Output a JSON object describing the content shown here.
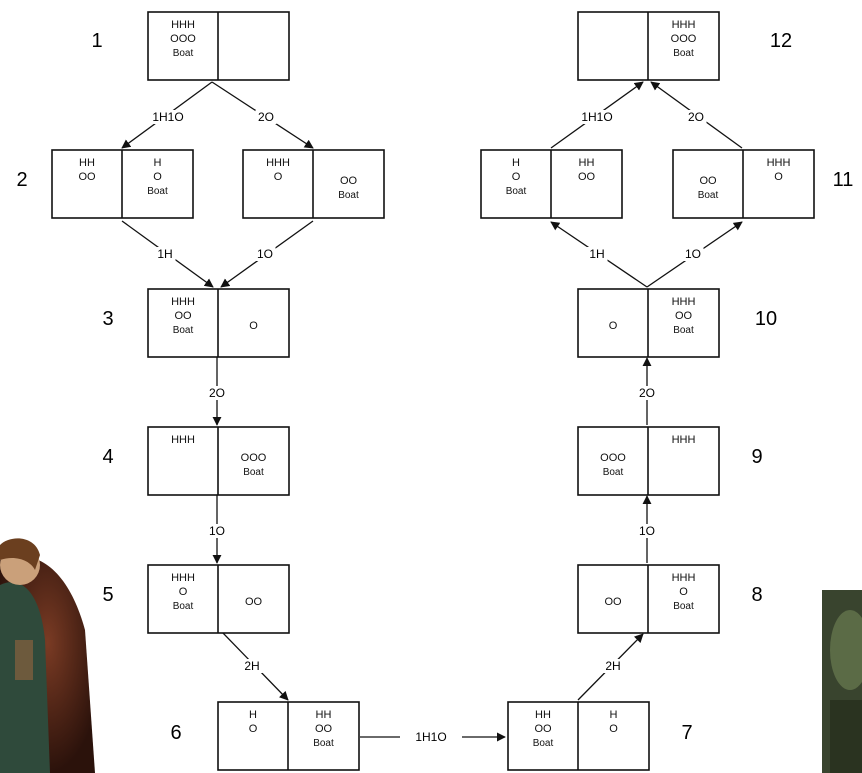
{
  "states": [
    {
      "id": "1",
      "left": [
        "HHH",
        "OOO",
        "Boat"
      ],
      "right": []
    },
    {
      "id": "2",
      "left": [
        "HH",
        "OO"
      ],
      "right": [
        "H",
        "O",
        "Boat"
      ]
    },
    {
      "id": "2b",
      "left": [
        "HHH",
        "O"
      ],
      "right": [
        "OO",
        "Boat"
      ]
    },
    {
      "id": "3",
      "left": [
        "HHH",
        "OO",
        "Boat"
      ],
      "right": [
        "O"
      ]
    },
    {
      "id": "4",
      "left": [
        "HHH"
      ],
      "right": [
        "OOO",
        "Boat"
      ]
    },
    {
      "id": "5",
      "left": [
        "HHH",
        "O",
        "Boat"
      ],
      "right": [
        "OO"
      ]
    },
    {
      "id": "6",
      "left": [
        "H",
        "O"
      ],
      "right": [
        "HH",
        "OO",
        "Boat"
      ]
    },
    {
      "id": "7",
      "left": [
        "HH",
        "OO",
        "Boat"
      ],
      "right": [
        "H",
        "O"
      ]
    },
    {
      "id": "8",
      "left": [
        "OO"
      ],
      "right": [
        "HHH",
        "O",
        "Boat"
      ]
    },
    {
      "id": "9",
      "left": [
        "OOO",
        "Boat"
      ],
      "right": [
        "HHH"
      ]
    },
    {
      "id": "10",
      "left": [
        "O"
      ],
      "right": [
        "HHH",
        "OO",
        "Boat"
      ]
    },
    {
      "id": "11",
      "left": [
        "H",
        "O",
        "Boat"
      ],
      "right": [
        "HH",
        "OO"
      ]
    },
    {
      "id": "11b",
      "left": [
        "OO",
        "Boat"
      ],
      "right": [
        "HHH",
        "O"
      ]
    },
    {
      "id": "12",
      "left": [],
      "right": [
        "HHH",
        "OOO",
        "Boat"
      ]
    }
  ],
  "state_numbers": [
    "1",
    "2",
    "3",
    "4",
    "5",
    "6",
    "7",
    "8",
    "9",
    "10",
    "11",
    "12"
  ],
  "moves": {
    "m1_2a": "1H1O",
    "m1_2b": "2O",
    "m2_3a": "1H",
    "m2_3b": "1O",
    "m3_4": "2O",
    "m4_5": "1O",
    "m5_6": "2H",
    "m6_7": "1H1O",
    "m7_8": "2H",
    "m8_9": "1O",
    "m9_10": "2O",
    "m10_11a": "1H",
    "m10_11b": "1O",
    "m11_12a": "1H1O",
    "m11_12b": "2O"
  },
  "photos": {
    "left": "person-photo",
    "right": "person-photo"
  }
}
